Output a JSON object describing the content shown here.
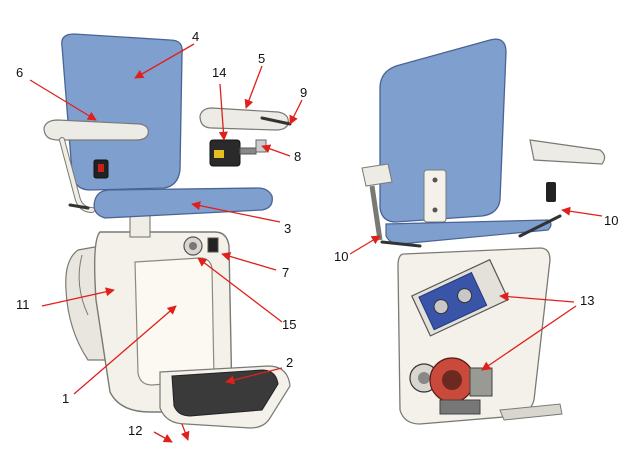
{
  "colors": {
    "seat_blue": "#7f9fcf",
    "seat_blue_dark": "#5f7fb0",
    "frame": "#f3f1ea",
    "frame_edge": "#7a7a74",
    "arrow_red": "#e0201a",
    "footrest": "#3a3a3a",
    "switch_red": "#c8201a",
    "motor_blue": "#3a55a8"
  },
  "labels": {
    "l1": "1",
    "l2": "2",
    "l3": "3",
    "l4": "4",
    "l5": "5",
    "l6": "6",
    "l7": "7",
    "l8": "8",
    "l9": "9",
    "l10a": "10",
    "l10b": "10",
    "l11": "11",
    "l12": "12",
    "l13": "13",
    "l14": "14",
    "l15": "15"
  }
}
